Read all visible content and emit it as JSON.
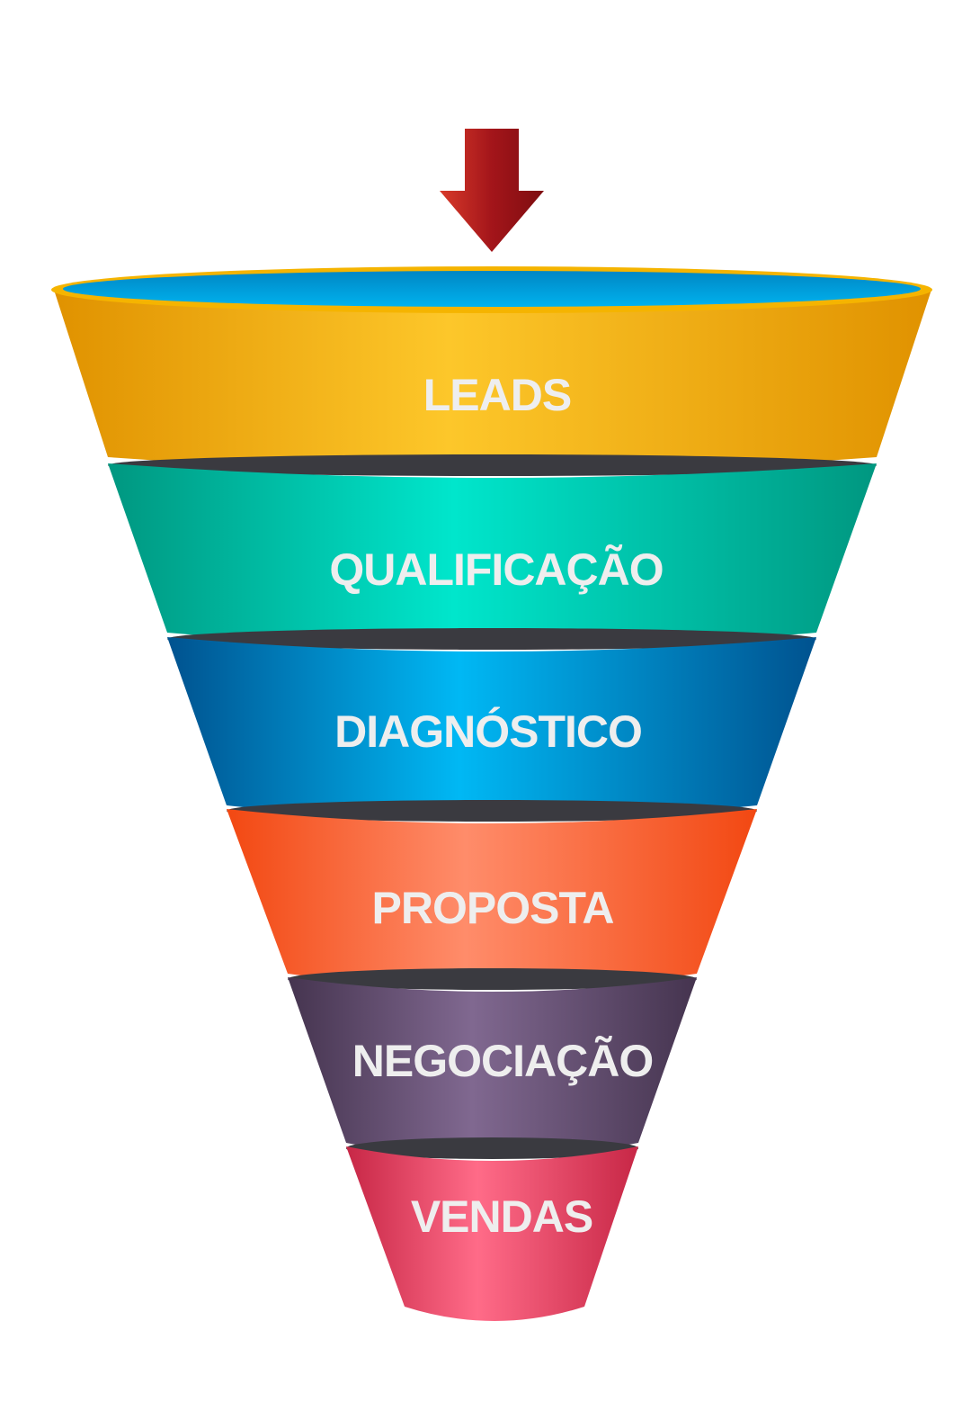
{
  "arrow": {
    "icon": "down-arrow-icon",
    "color": "#a3151a"
  },
  "stages": [
    {
      "label": "LEADS",
      "colors": {
        "edge": "#e09200",
        "mid": "#fdc72a"
      }
    },
    {
      "label": "QUALIFICAÇÃO",
      "colors": {
        "edge": "#009780",
        "mid": "#00e6cc"
      }
    },
    {
      "label": "DIAGNÓSTICO",
      "colors": {
        "edge": "#00528f",
        "mid": "#00b8f4"
      }
    },
    {
      "label": "PROPOSTA",
      "colors": {
        "edge": "#f24812",
        "mid": "#ff8c6a"
      }
    },
    {
      "label": "NEGOCIAÇÃO",
      "colors": {
        "edge": "#45344f",
        "mid": "#806890"
      }
    },
    {
      "label": "VENDAS",
      "colors": {
        "edge": "#c72746",
        "mid": "#ff6b88"
      }
    }
  ],
  "rim": {
    "outer": "#f5b400",
    "inner": "#00b2ee",
    "inner_dark": "#0086c4"
  },
  "separator_color": "#3a3a40"
}
